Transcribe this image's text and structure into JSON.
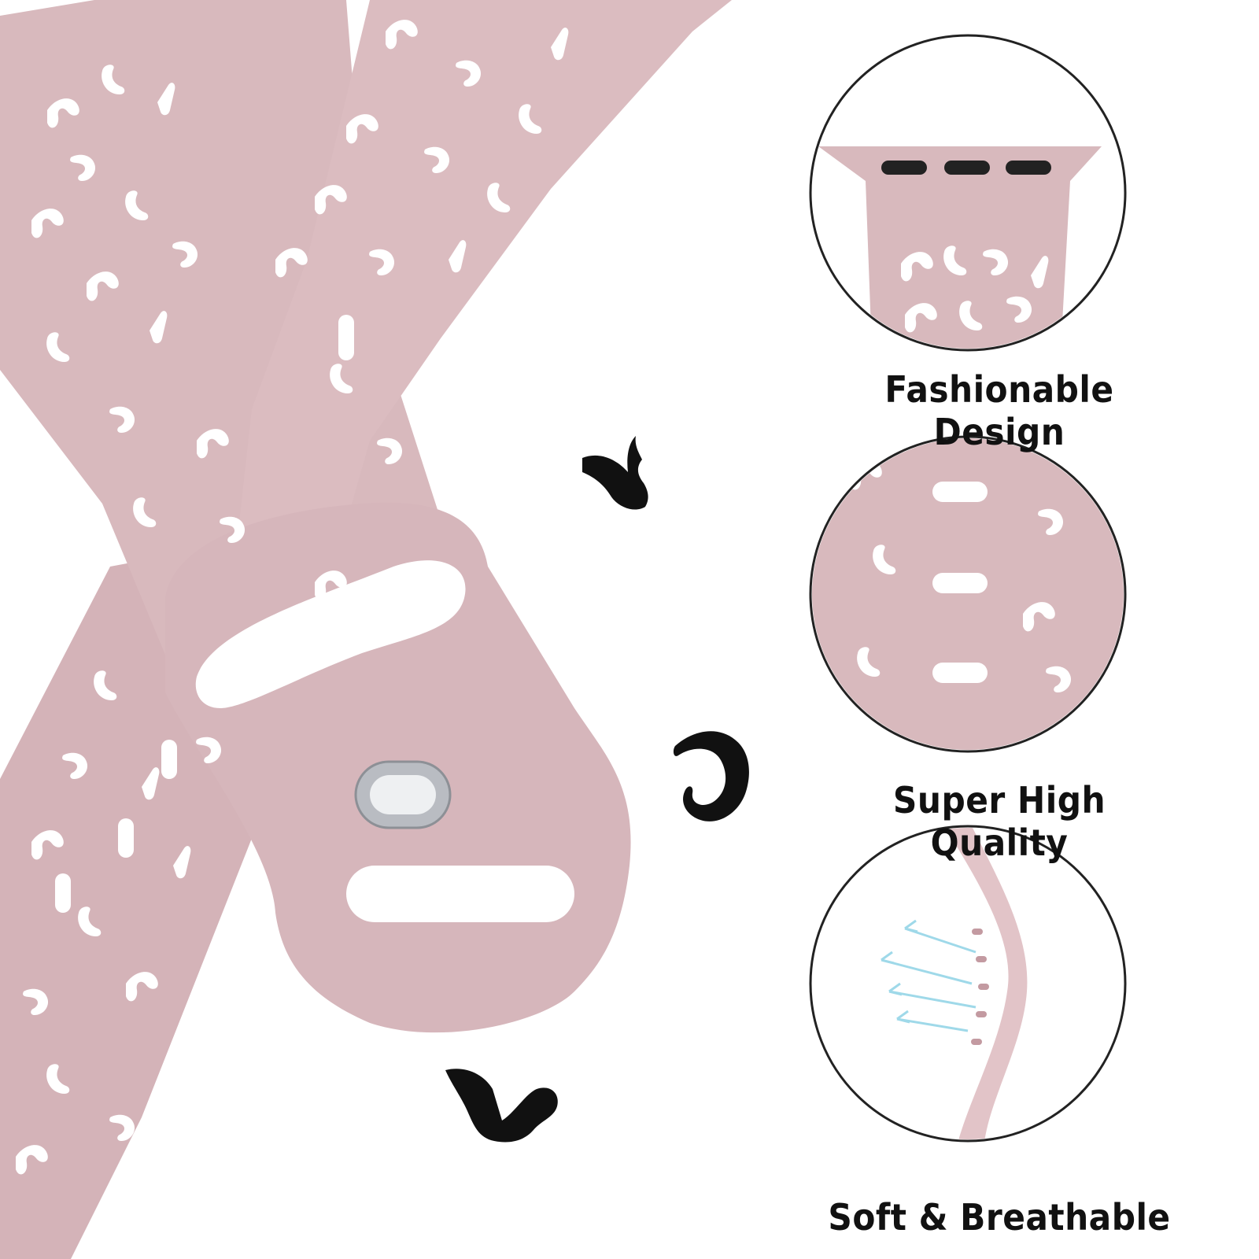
{
  "product": {
    "band_color": "#d8b9bd",
    "band_shade": "#c9a6ab",
    "cutout_color": "#ffffff",
    "hole_inner_color": "#b88a92",
    "pin_color": "#c9ccd1",
    "brush_mark_color": "#111111",
    "circle_border_color": "#222222"
  },
  "features": [
    {
      "label": "Fashionable Design",
      "icon": "band-connector-closeup"
    },
    {
      "label": "Super High Quality",
      "icon": "band-holes-closeup"
    },
    {
      "label": "Soft & Breathable",
      "icon": "twisted-band-airflow"
    }
  ]
}
